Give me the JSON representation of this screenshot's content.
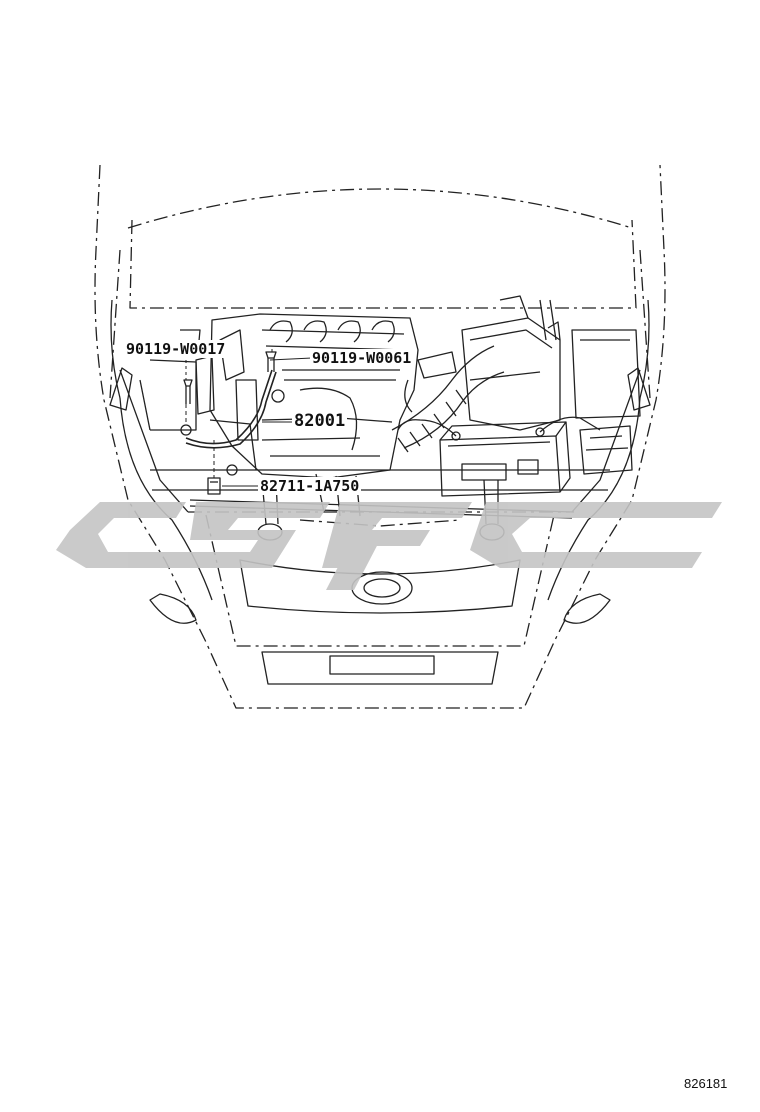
{
  "parts": [
    {
      "id": "bolt-left",
      "number": "90119-W0017"
    },
    {
      "id": "bolt-right",
      "number": "90119-W0061"
    },
    {
      "id": "wire-assembly",
      "number": "82001"
    },
    {
      "id": "clamp",
      "number": "82711-1A750"
    }
  ],
  "diagram_id": "826181",
  "colors": {
    "line": "#222222",
    "watermark": "#c4c4c4",
    "background": "#ffffff"
  }
}
